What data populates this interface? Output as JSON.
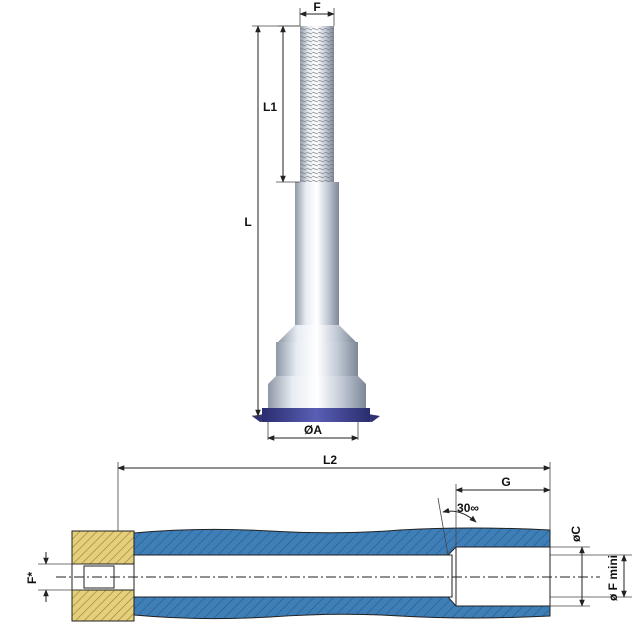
{
  "labels": {
    "thread_diameter": "F",
    "thread_length": "L1",
    "overall_length": "L",
    "base_diameter": "ØA",
    "bore_length": "L2",
    "counterbore_depth": "G",
    "chamfer_angle": "30∞",
    "bore_diameter": "øC",
    "min_diameter": "ø F mini",
    "thread_mark": "F*"
  },
  "colors": {
    "steel": "#c9d1dc",
    "base_flange": "#3b3f8c",
    "section_fill": "#3f7fb8",
    "nut_fill": "#e6cf7a",
    "line": "#222222"
  }
}
